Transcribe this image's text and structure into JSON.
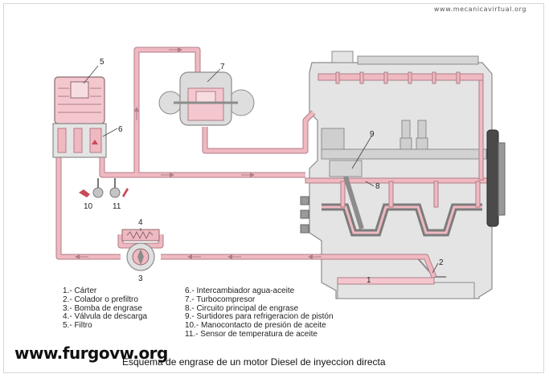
{
  "site_url": "www.mecanicavirtual.org",
  "watermark": "www.furgovw.org",
  "caption": "Esquema de engrase de un motor Diesel de inyeccion directa",
  "callouts": [
    "1",
    "2",
    "3",
    "4",
    "5",
    "6",
    "7",
    "8",
    "9",
    "10",
    "11"
  ],
  "legend_left": [
    "1.- Cárter",
    "2.- Colador o prefiltro",
    "3.- Bomba de engrase",
    "4.- Válvula de descarga",
    "5.- Filtro"
  ],
  "legend_right": [
    "6.- Intercambiador agua-aceite",
    "7.- Turbocompresor",
    "8.- Circuito principal de engrase",
    "9.- Surtidores para refrigeracion de pistón",
    "10.- Manocontacto de presión de aceite",
    "11.- Sensor de temperatura de aceite"
  ],
  "colors": {
    "oil_pipe": "#f0b9c2",
    "pipe_edge": "#b07d86",
    "engine_gray": "#e2e2e2",
    "engine_edge": "#8c8c8c",
    "oil_fill": "#f4c7cf"
  }
}
